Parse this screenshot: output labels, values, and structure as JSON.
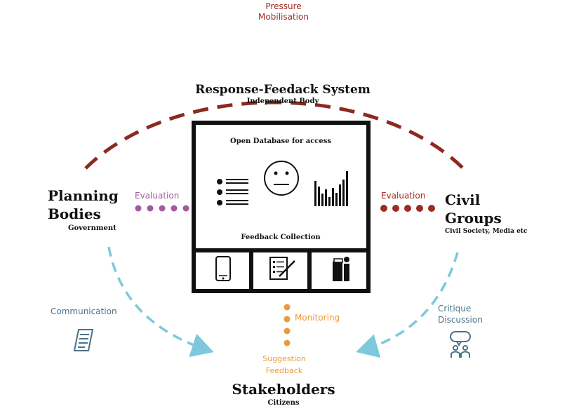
{
  "pressure": {
    "line1": "Pressure",
    "line2": "Mobilisation"
  },
  "system": {
    "title": "Response-Feedack System",
    "subtitle": "Independent Body",
    "database_label": "Open Database for access",
    "feedback_label": "Feedback Collection"
  },
  "planning": {
    "line1": "Planning",
    "line2": "Bodies",
    "subtitle": "Government",
    "evaluation": "Evaluation"
  },
  "civil": {
    "line1": "Civil",
    "line2": "Groups",
    "subtitle": "Civil Society, Media etc",
    "evaluation": "Evaluation"
  },
  "communication": "Communication",
  "monitoring": "Monitoring",
  "critique": {
    "line1": "Critique",
    "line2": "Discussion"
  },
  "suggestion": {
    "line1": "Suggestion",
    "line2": "Feedback"
  },
  "stakeholders": {
    "title": "Stakeholders",
    "subtitle": "Citizens"
  },
  "colors": {
    "arc": "#8b2a1f",
    "purple": "#a35aa0",
    "red": "#9e2b22",
    "blue": "#7ec8dc",
    "slate": "#4a7287",
    "orange": "#e89b3c",
    "black": "#111111"
  },
  "icons": [
    "list-icon",
    "neutral-face-icon",
    "bar-chart-icon",
    "phone-icon",
    "form-icon",
    "kiosk-icon",
    "scroll-icon",
    "discussion-icon"
  ]
}
